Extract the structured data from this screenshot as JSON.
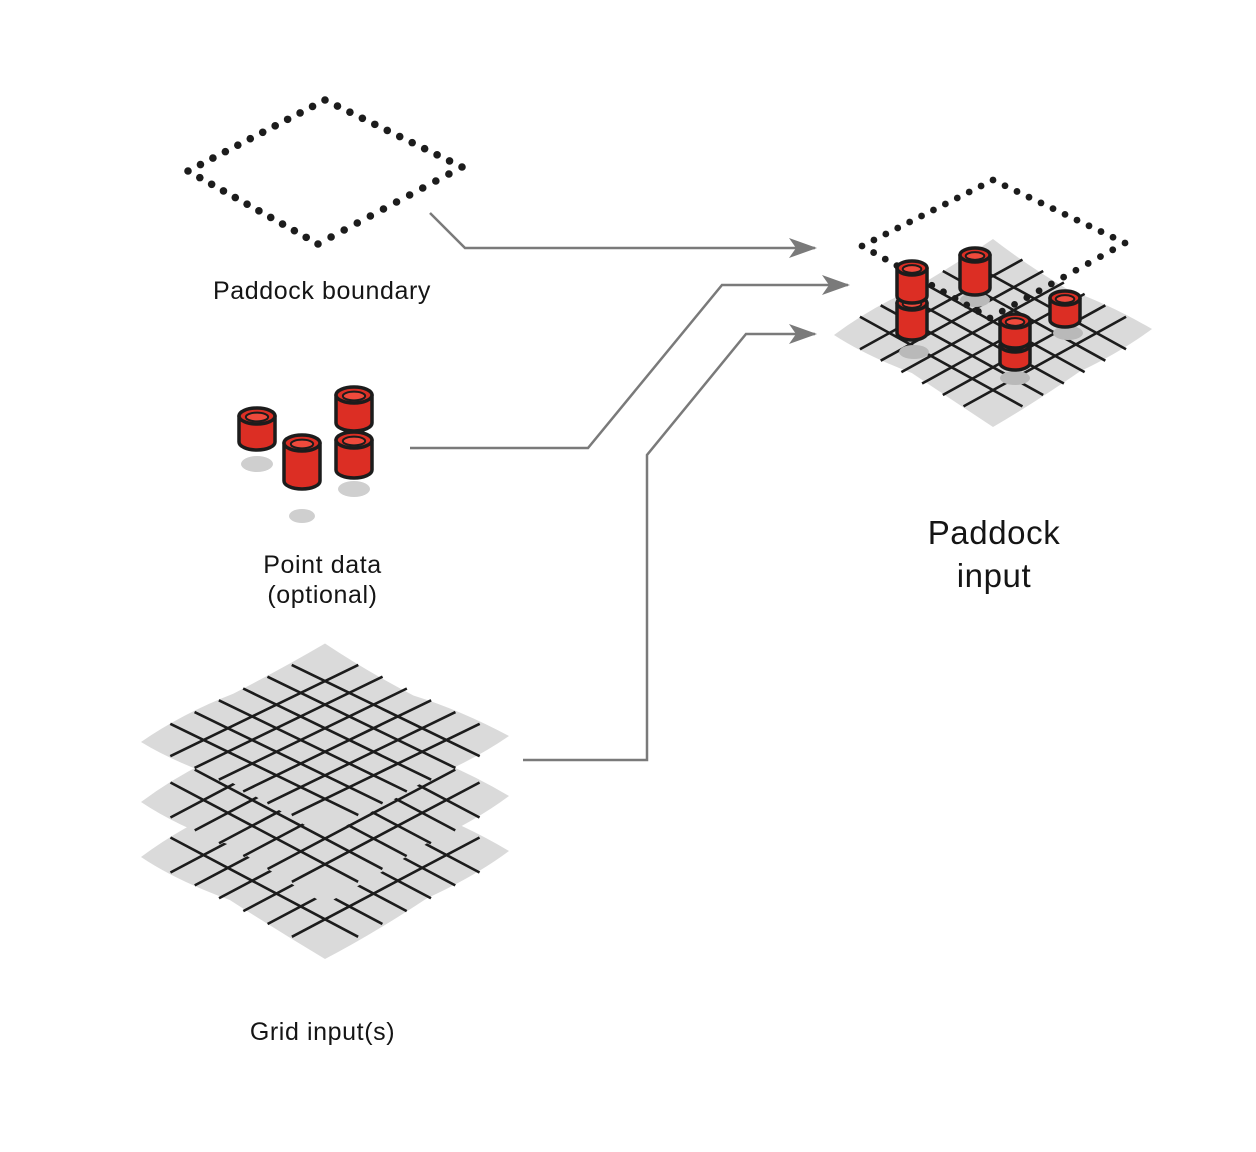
{
  "colors": {
    "background": "#ffffff",
    "cylinder_red": "#dc2e24",
    "outline": "#1c1c1c",
    "grid_fill": "#dadada",
    "shadow": "#cfcfcf",
    "connector": "#7a7a7a"
  },
  "inputs": {
    "boundary": {
      "label": "Paddock boundary",
      "icon": "dotted-diamond-icon"
    },
    "point_data": {
      "label_line1": "Point data",
      "label_line2": "(optional)",
      "icon": "cylinder-stack-icon"
    },
    "grid": {
      "label": "Grid input(s)",
      "icon": "stacked-grid-layers-icon"
    }
  },
  "output": {
    "label_line1": "Paddock",
    "label_line2": "input",
    "icon": "combined-paddock-icon"
  }
}
